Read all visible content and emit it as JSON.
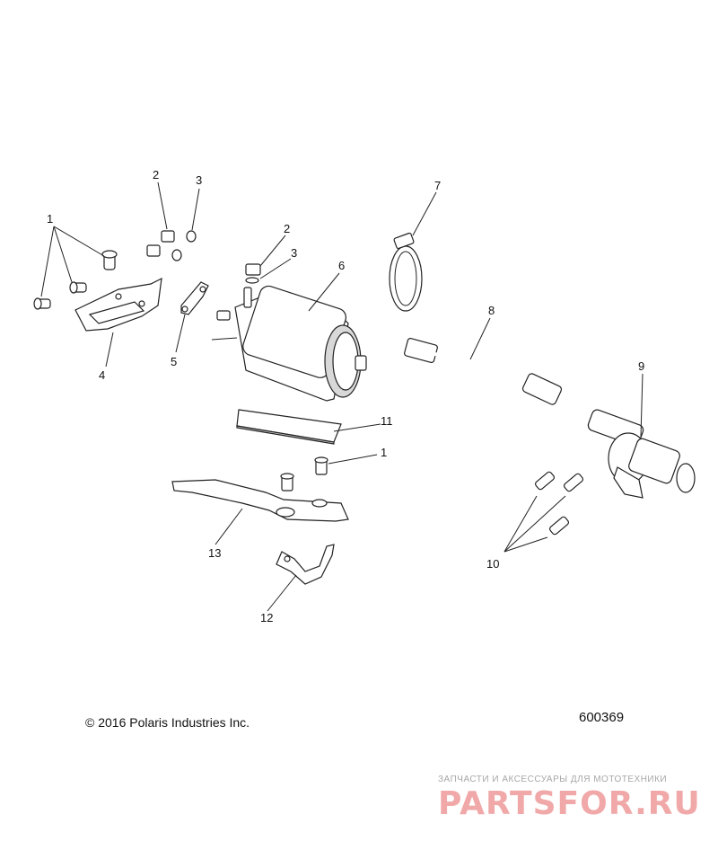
{
  "callouts": {
    "c1a": "1",
    "c2a": "2",
    "c3a": "3",
    "c4": "4",
    "c5": "5",
    "c2b": "2",
    "c3b": "3",
    "c6": "6",
    "c7": "7",
    "c8": "8",
    "c9": "9",
    "c10": "10",
    "c11": "11",
    "c1b": "1",
    "c12": "12",
    "c13": "13"
  },
  "footer": {
    "copyright": "© 2016 Polaris Industries Inc.",
    "diagram_id": "600369"
  },
  "watermark": {
    "tagline": "ЗАПЧАСТИ И АКСЕССУАРЫ ДЛЯ МОТОТЕХНИКИ",
    "logo": "PARTSFOR.RU"
  }
}
